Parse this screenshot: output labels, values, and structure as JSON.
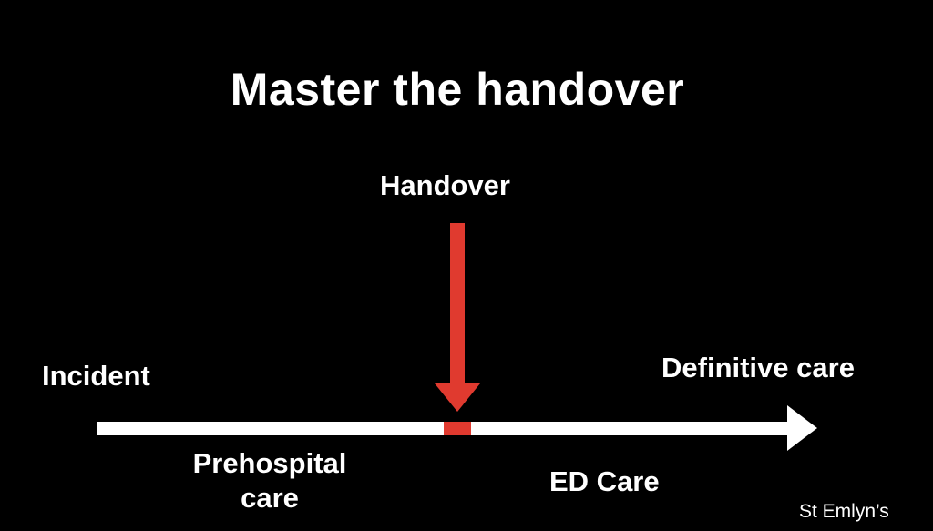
{
  "slide": {
    "title": "Master the handover"
  },
  "diagram": {
    "handover_label": "Handover",
    "start_label": "Incident",
    "end_label": "Definitive care",
    "phase_before": "Prehospital care",
    "phase_after": "ED Care",
    "watermark": "St Emlyn’s"
  },
  "colors": {
    "background": "#000000",
    "text": "#ffffff",
    "timeline": "#ffffff",
    "handover_marker": "#e03a2f"
  }
}
